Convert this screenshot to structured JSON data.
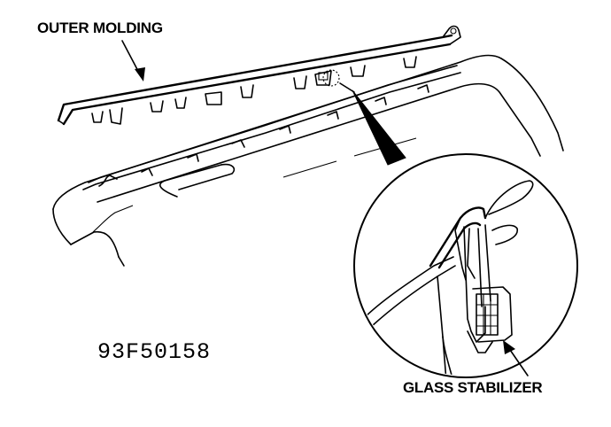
{
  "labels": {
    "outer_molding": "OUTER MOLDING",
    "glass_stabilizer": "GLASS STABILIZER",
    "figure_code": "93F50158"
  }
}
